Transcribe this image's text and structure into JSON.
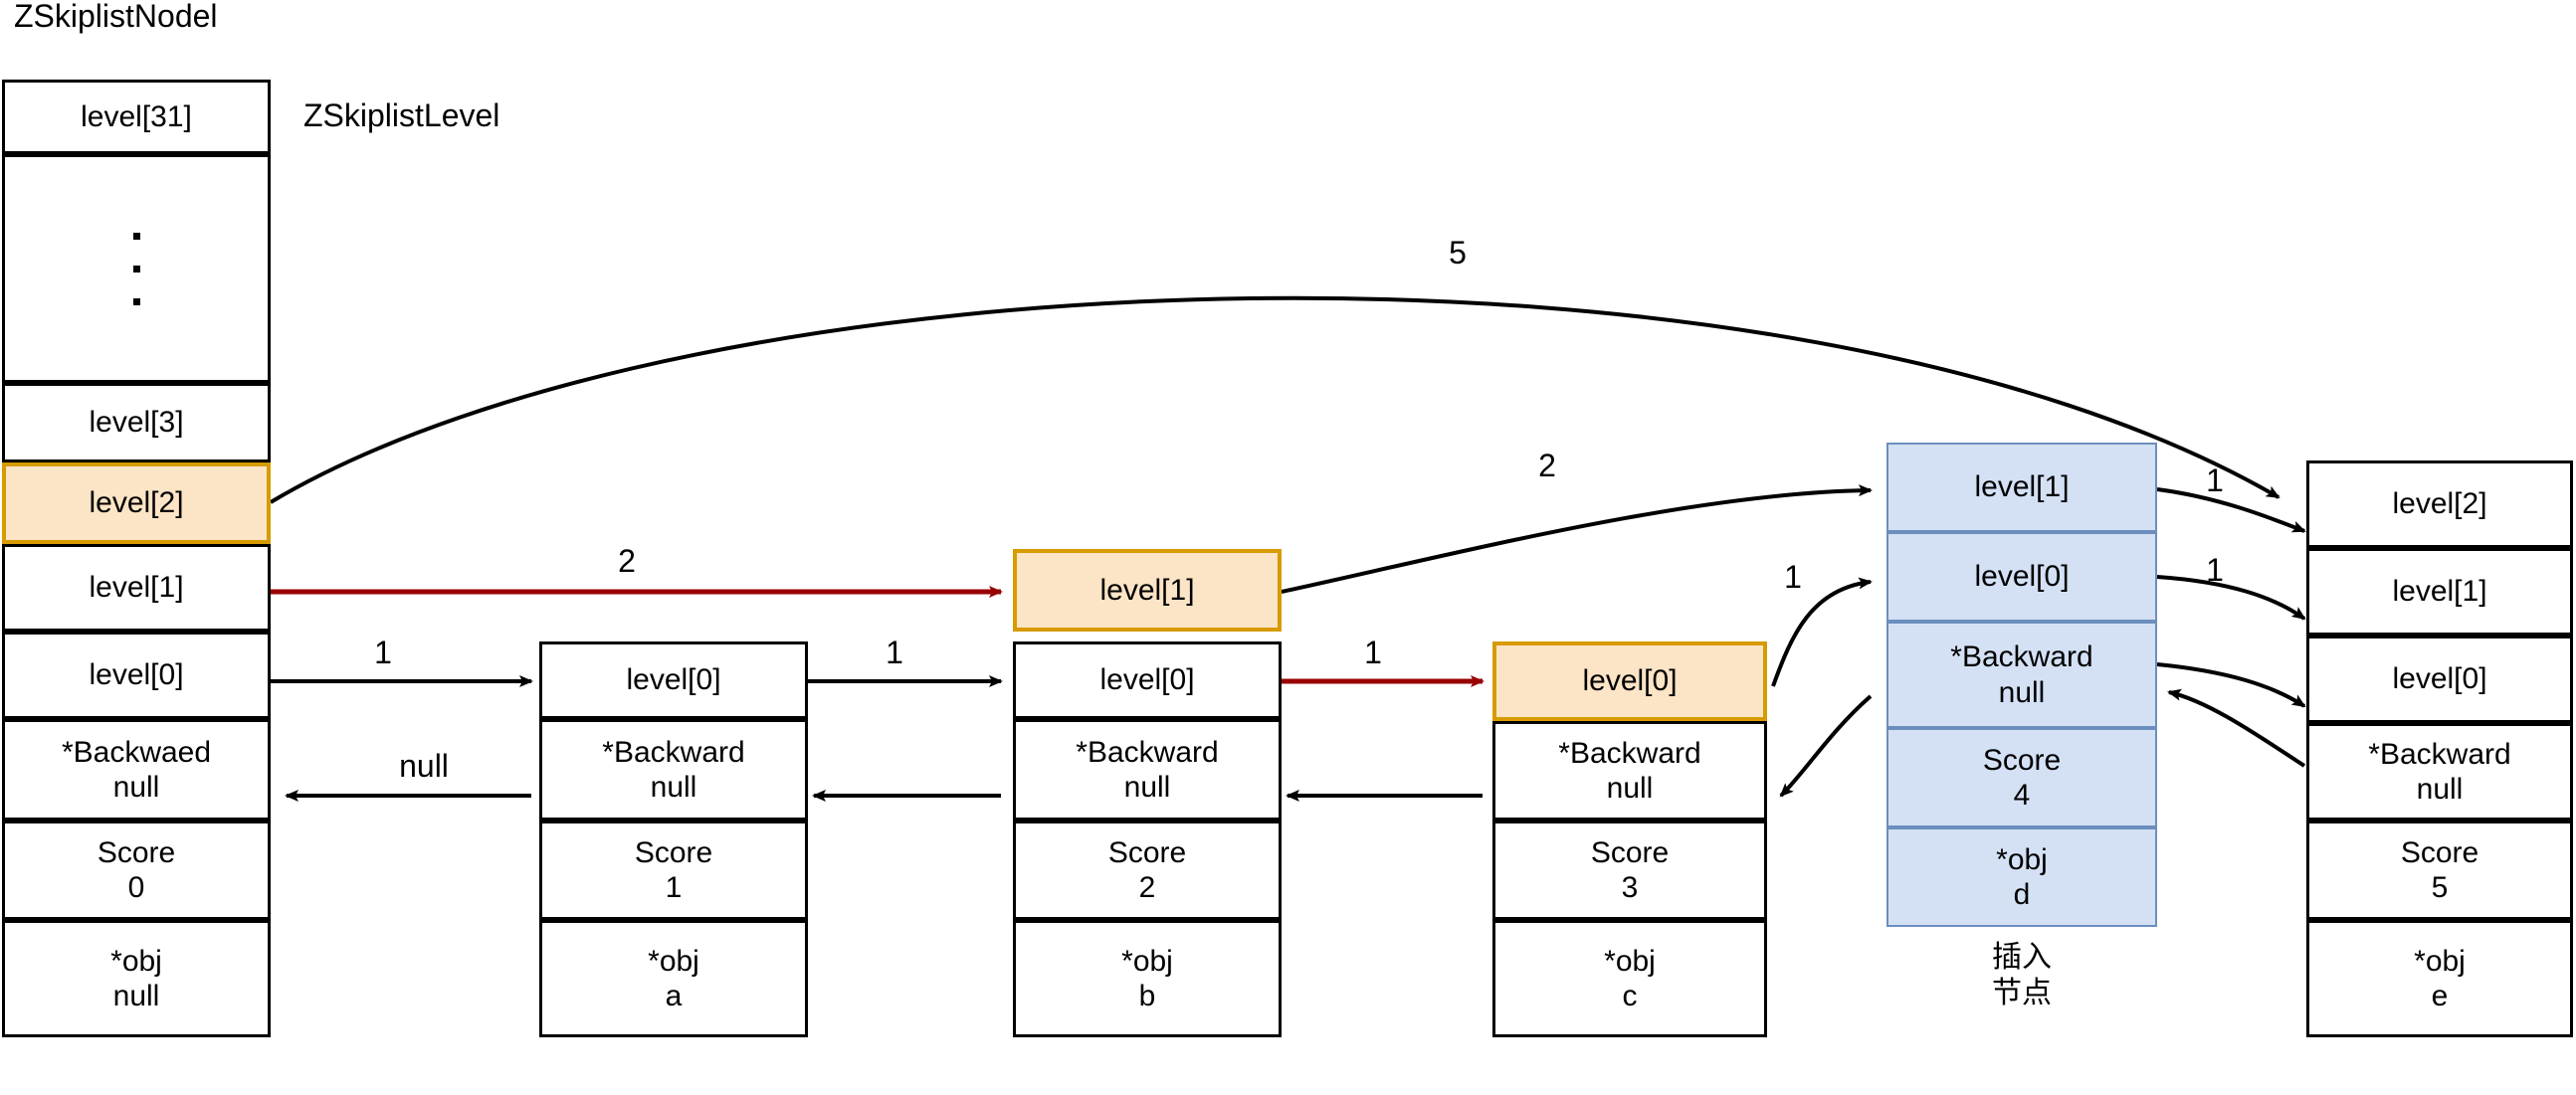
{
  "diagram": {
    "title": "Redis zskiplist node insertion diagram",
    "labels": {
      "struct_node": "ZSkiplistNodel",
      "struct_level": "ZSkiplistLevel",
      "insert_caption": "插入\n节点"
    },
    "colors": {
      "highlight_border": "#D79B00",
      "highlight_fill": "#FCE4C6",
      "insert_border": "#6C8EBF",
      "insert_fill": "#D4E1F5",
      "forward_red": "#990000",
      "stroke_black": "#000000",
      "background": "#FFFFFF"
    },
    "nodes": [
      {
        "id": "head",
        "name": "head-node",
        "style": "plain",
        "cells": [
          {
            "text": "level[31]",
            "highlight": false
          },
          {
            "text": "",
            "highlight": false,
            "ellipsis": true
          },
          {
            "text": "level[3]",
            "highlight": false
          },
          {
            "text": "level[2]",
            "highlight": true
          },
          {
            "text": "level[1]",
            "highlight": false
          },
          {
            "text": "level[0]",
            "highlight": false
          },
          {
            "text": "*Backwaed\nnull",
            "highlight": false
          },
          {
            "text": "Score\n0",
            "highlight": false
          },
          {
            "text": "*obj\nnull",
            "highlight": false
          }
        ]
      },
      {
        "id": "node-a",
        "name": "node-score-1",
        "style": "plain",
        "cells": [
          {
            "text": "level[0]",
            "highlight": false
          },
          {
            "text": "*Backward\nnull",
            "highlight": false
          },
          {
            "text": "Score\n1",
            "highlight": false
          },
          {
            "text": "*obj\na",
            "highlight": false
          }
        ]
      },
      {
        "id": "node-b",
        "name": "node-score-2",
        "style": "plain",
        "cells": [
          {
            "text": "level[1]",
            "highlight": true
          },
          {
            "text": "level[0]",
            "highlight": false
          },
          {
            "text": "*Backward\nnull",
            "highlight": false
          },
          {
            "text": "Score\n2",
            "highlight": false
          },
          {
            "text": "*obj\nb",
            "highlight": false
          }
        ]
      },
      {
        "id": "node-c",
        "name": "node-score-3",
        "style": "plain",
        "cells": [
          {
            "text": "level[0]",
            "highlight": true
          },
          {
            "text": "*Backward\nnull",
            "highlight": false
          },
          {
            "text": "Score\n3",
            "highlight": false
          },
          {
            "text": "*obj\nc",
            "highlight": false
          }
        ]
      },
      {
        "id": "node-d",
        "name": "node-score-4-inserted",
        "style": "insert",
        "cells": [
          {
            "text": "level[1]",
            "highlight": false
          },
          {
            "text": "level[0]",
            "highlight": false
          },
          {
            "text": "*Backward\nnull",
            "highlight": false
          },
          {
            "text": "Score\n4",
            "highlight": false
          },
          {
            "text": "*obj\nd",
            "highlight": false
          }
        ]
      },
      {
        "id": "node-e",
        "name": "node-score-5",
        "style": "plain",
        "cells": [
          {
            "text": "level[2]",
            "highlight": false
          },
          {
            "text": "level[1]",
            "highlight": false
          },
          {
            "text": "level[0]",
            "highlight": false
          },
          {
            "text": "*Backward\nnull",
            "highlight": false
          },
          {
            "text": "Score\n5",
            "highlight": false
          },
          {
            "text": "*obj\ne",
            "highlight": false
          }
        ]
      }
    ],
    "edge_labels": {
      "span_head_l2_to_e": "5",
      "span_head_l1_to_b": "2",
      "span_head_l0_to_a": "1",
      "span_a_l0_to_b": "1",
      "span_b_l1_to_d": "2",
      "span_b_l0_to_c": "1",
      "span_c_l0_to_d": "1",
      "span_d_l1_to_e": "1",
      "span_d_l0_to_e": "1",
      "backward_a_to_head": "null"
    }
  }
}
